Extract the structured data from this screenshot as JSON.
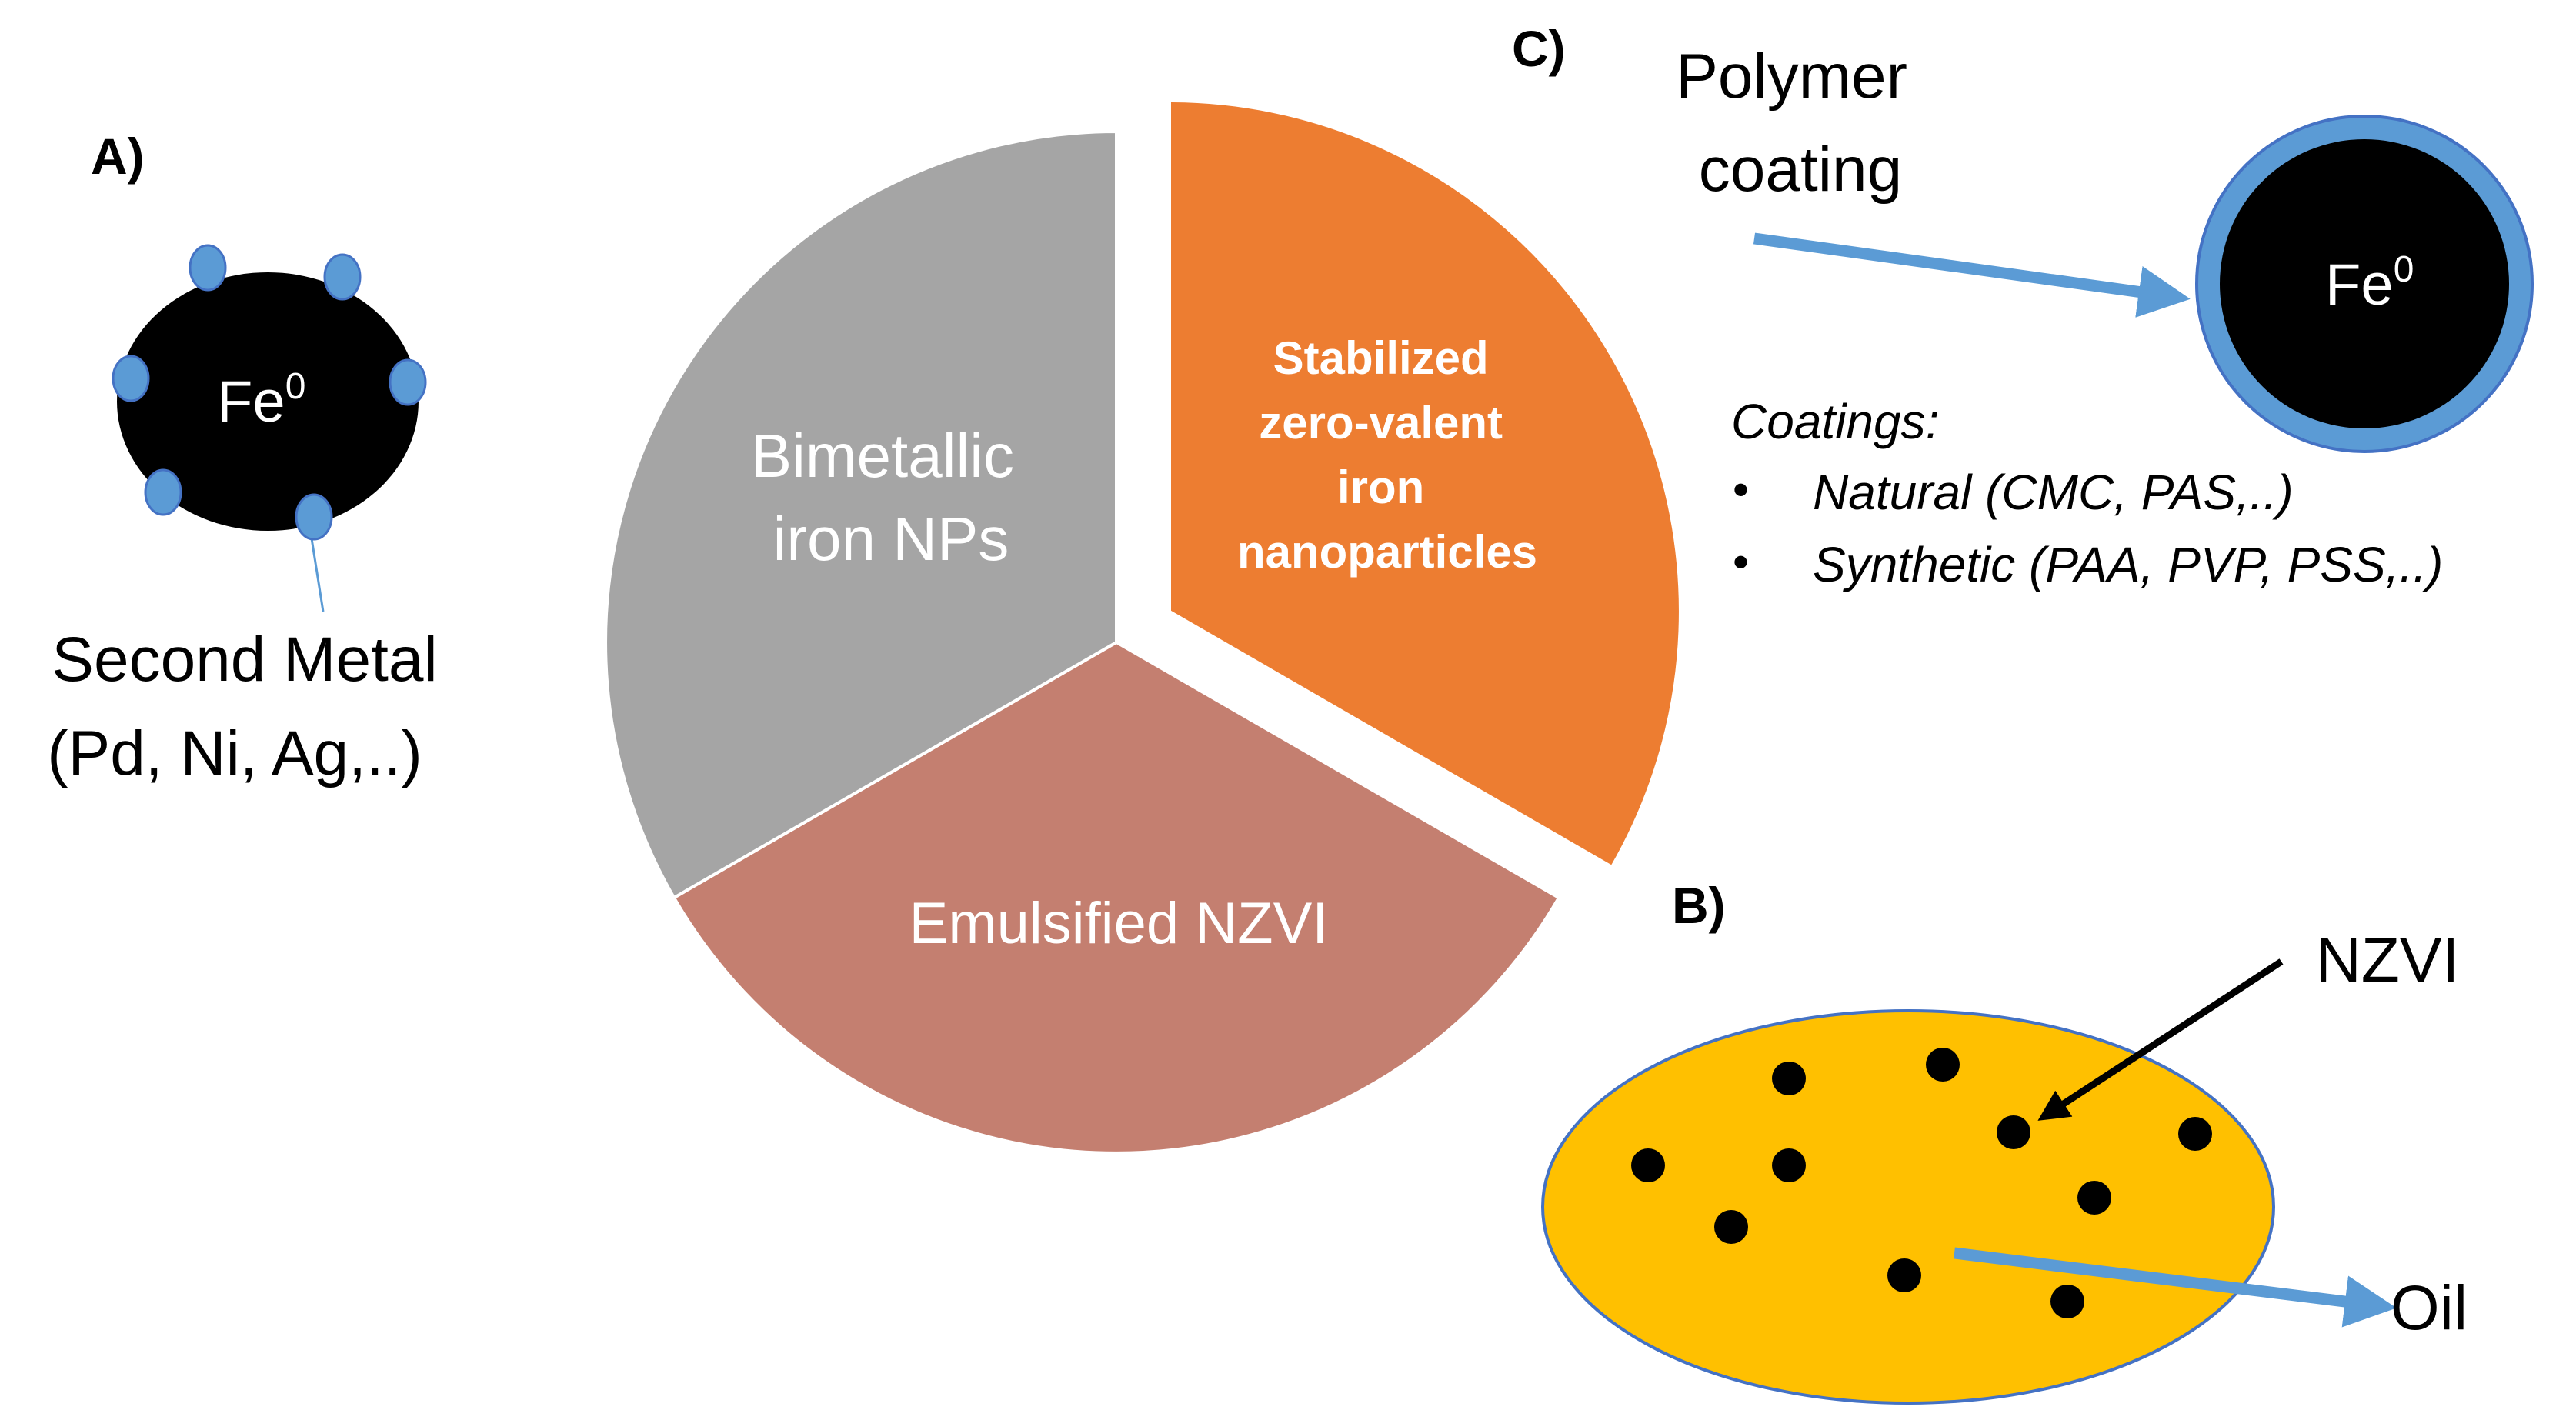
{
  "panel_a": {
    "label": "A)",
    "core_symbol": "Fe",
    "core_superscript": "0",
    "callout_line1": "Second Metal",
    "callout_line2": "(Pd, Ni, Ag,..)"
  },
  "pie": {
    "slices": [
      {
        "id": "stabilized",
        "lines": [
          "Stabilized",
          "zero-valent",
          "iron",
          "nanoparticles"
        ],
        "color": "#ED7D31",
        "exploded": true
      },
      {
        "id": "emulsified",
        "lines": [
          "Emulsified NZVI"
        ],
        "color": "#C47F70",
        "exploded": false
      },
      {
        "id": "bimetallic",
        "lines": [
          "Bimetallic",
          "iron NPs"
        ],
        "color": "#A5A5A5",
        "exploded": false
      }
    ]
  },
  "panel_c": {
    "label": "C)",
    "pointer_line1": "Polymer",
    "pointer_line2": "coating",
    "core_symbol": "Fe",
    "core_superscript": "0",
    "coatings_heading": "Coatings:",
    "coatings": [
      "Natural (CMC, PAS,..)",
      "Synthetic (PAA, PVP, PSS,..)"
    ],
    "bullet": "•"
  },
  "panel_b": {
    "label": "B)",
    "particle_label": "NZVI",
    "droplet_label": "Oil"
  },
  "colors": {
    "black": "#000000",
    "blue": "#5B9BD5",
    "oil": "#FFC000",
    "oil_outline": "#4472C4"
  }
}
